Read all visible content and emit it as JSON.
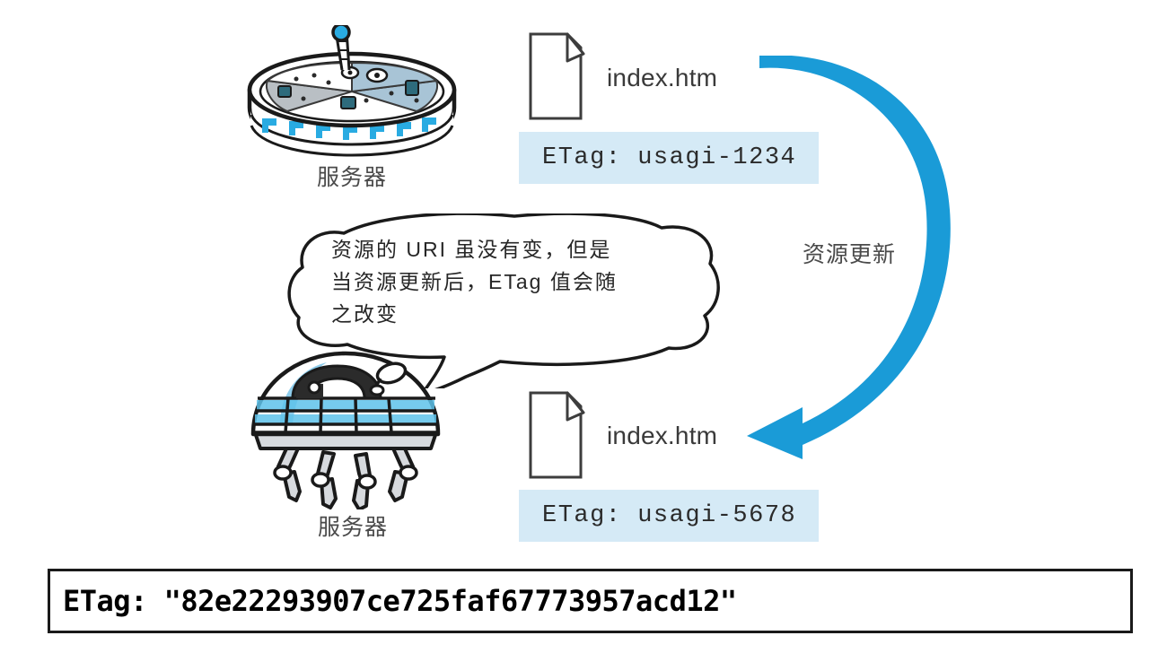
{
  "diagram": {
    "title_note": "HTTP ETag resource update illustration",
    "top_node": {
      "server_label": "服务器",
      "file_label": "index.htm",
      "etag": "ETag: usagi-1234",
      "server_icon": "ufo-saucer-server-icon",
      "file_icon": "document-page-icon"
    },
    "bottom_node": {
      "server_label": "服务器",
      "file_label": "index.htm",
      "etag": "ETag: usagi-5678",
      "server_icon": "dome-robot-server-icon",
      "file_icon": "document-page-icon"
    },
    "flow": {
      "label": "资源更新",
      "arrow_icon": "curved-arrow-down-left-icon",
      "arrow_color": "#1a9bd7"
    },
    "speech_bubble": {
      "icon": "speech-bubble-icon",
      "lines": [
        "资源的 URI 虽没有变，但是",
        "当资源更新后，ETag 值会随",
        "之改变"
      ]
    },
    "banner": {
      "text": "ETag: \"82e22293907ce725faf67773957acd12\""
    }
  },
  "colors": {
    "chip_background": "#d5eaf6",
    "arrow_blue": "#1a9bd7",
    "ink": "#1a1a1a",
    "server_blue": "#29abe2",
    "server_grey": "#b9bfc4"
  }
}
